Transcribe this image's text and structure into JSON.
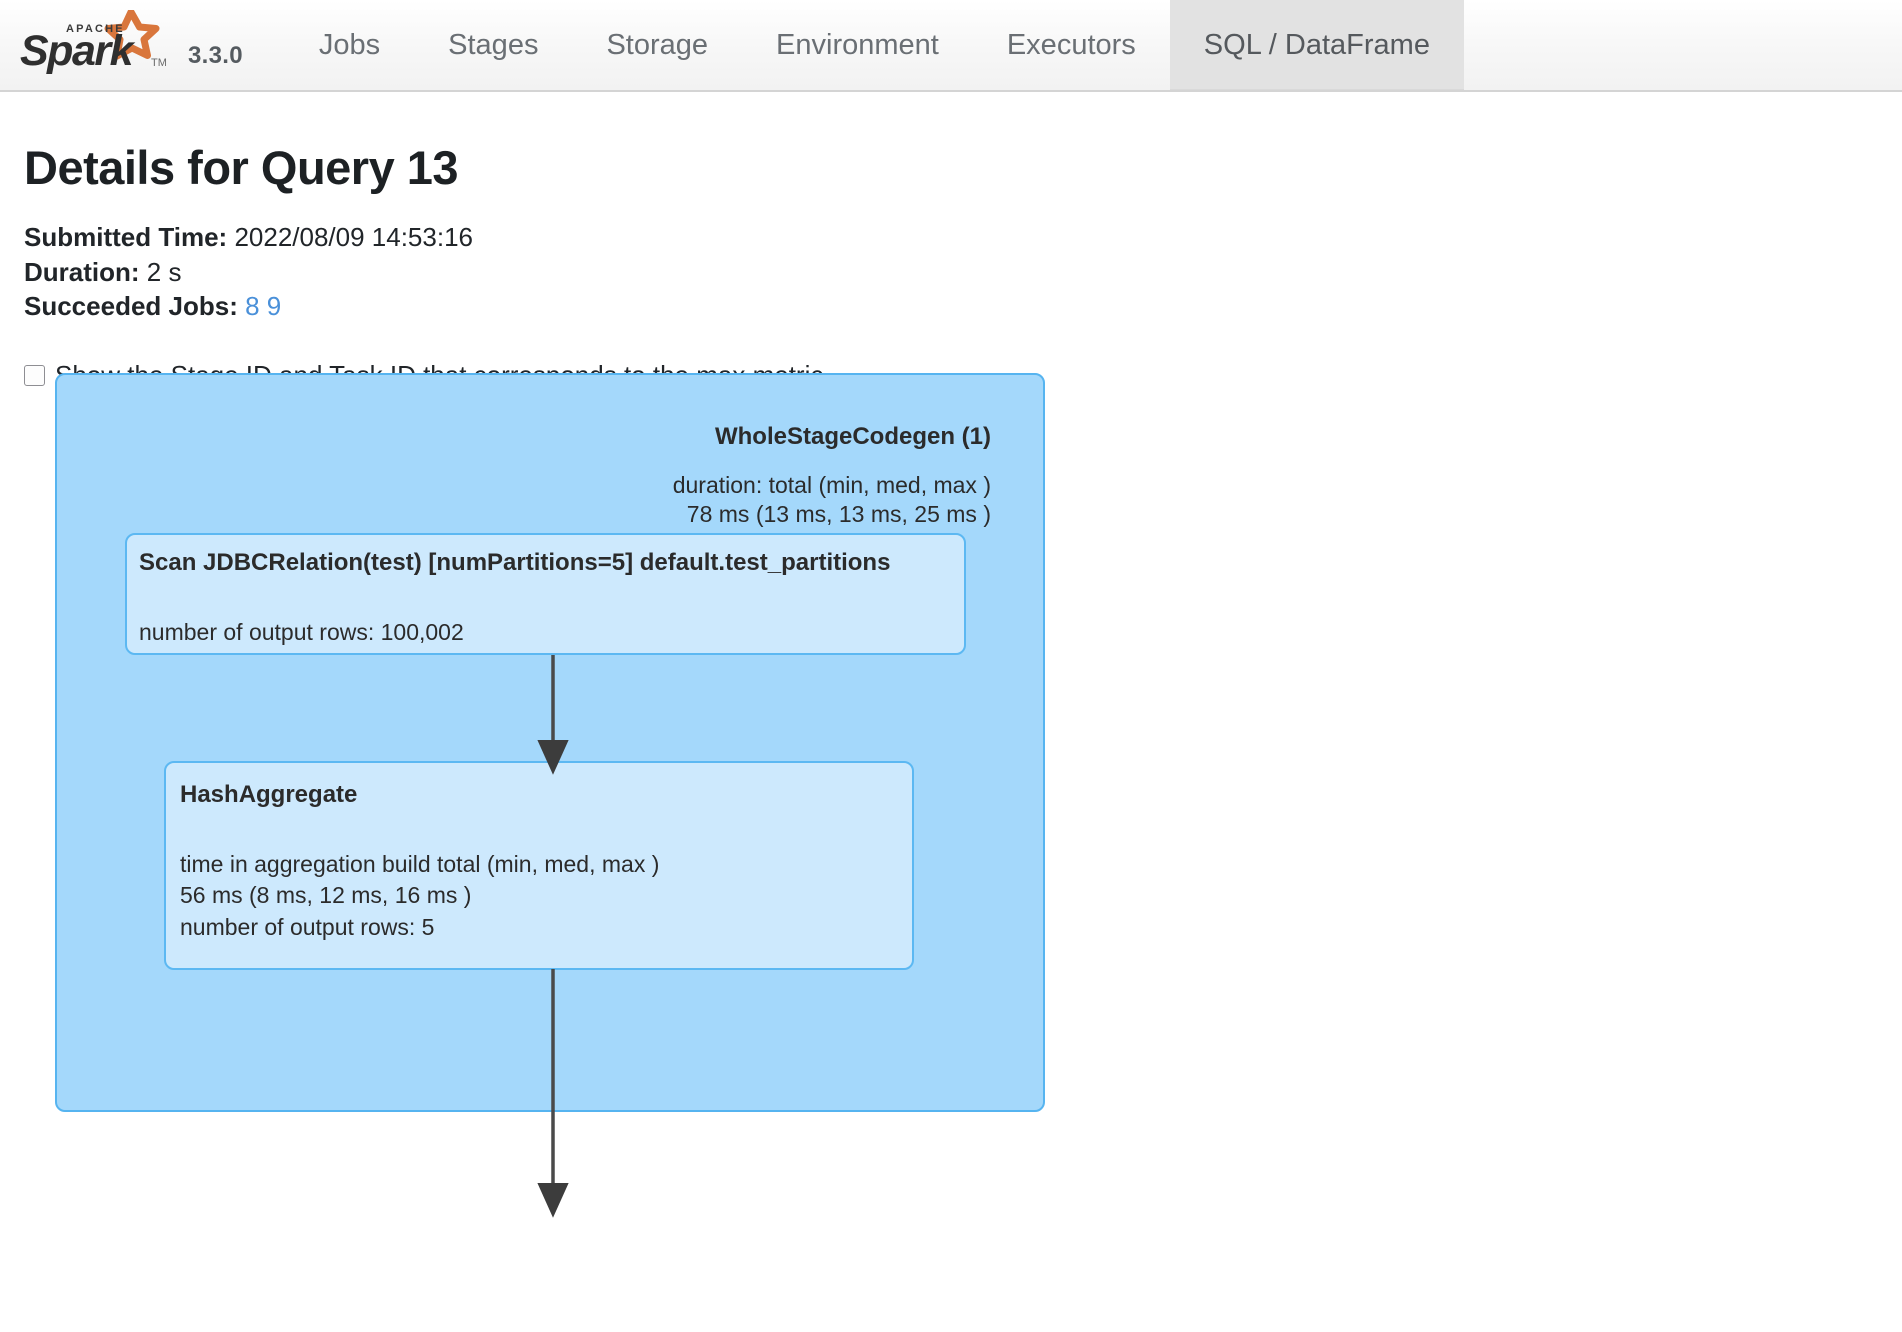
{
  "navbar": {
    "brand": {
      "logo_alt": "Apache Spark",
      "version": "3.3.0"
    },
    "tabs": [
      {
        "label": "Jobs",
        "active": false
      },
      {
        "label": "Stages",
        "active": false
      },
      {
        "label": "Storage",
        "active": false
      },
      {
        "label": "Environment",
        "active": false
      },
      {
        "label": "Executors",
        "active": false
      },
      {
        "label": "SQL / DataFrame",
        "active": true
      }
    ]
  },
  "page": {
    "title": "Details for Query 13",
    "meta": {
      "submitted_time_label": "Submitted Time:",
      "submitted_time_value": "2022/08/09 14:53:16",
      "duration_label": "Duration:",
      "duration_value": "2 s",
      "succeeded_jobs_label": "Succeeded Jobs:",
      "succeeded_jobs": [
        "8",
        "9"
      ]
    },
    "checkbox": {
      "label": "Show the Stage ID and Task ID that corresponds to the max metric",
      "checked": false
    }
  },
  "plan": {
    "colors": {
      "stage_fill": "#a4d8fb",
      "stage_border": "#56b4f0",
      "node_fill": "#cde9fd",
      "node_border": "#5cb8f2",
      "edge": "#4a4a4a",
      "link": "#4a90d9"
    },
    "whole_stage_codegen": {
      "title": "WholeStageCodegen (1)",
      "metric_label": "duration: total (min, med, max )",
      "metric_value": "78 ms (13 ms, 13 ms, 25 ms )"
    },
    "nodes": [
      {
        "id": "scan",
        "title": "Scan JDBCRelation(test) [numPartitions=5] default.test_partitions",
        "metrics": [
          "number of output rows: 100,002"
        ]
      },
      {
        "id": "hash_aggregate",
        "title": "HashAggregate",
        "metrics": [
          "time in aggregation build total (min, med, max )",
          "56 ms (8 ms, 12 ms, 16 ms )",
          "number of output rows: 5"
        ]
      }
    ]
  }
}
